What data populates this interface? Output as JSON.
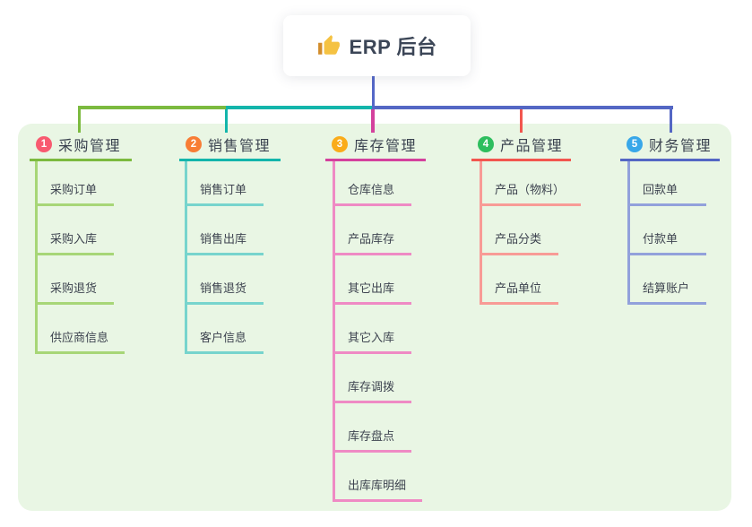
{
  "root": {
    "label": "ERP 后台",
    "icon": "thumbs-up-icon",
    "icon_color": "#F5C242"
  },
  "panel": {
    "background": "#E9F6E4"
  },
  "connector": {
    "root_line_color": "#5568C8"
  },
  "text_color": "#3B4454",
  "branches": [
    {
      "badge": "1",
      "title": "采购管理",
      "badge_color": "#F85A70",
      "line_color": "#7CBA3F",
      "light_line_color": "#A7D677",
      "children": [
        "采购订单",
        "采购入库",
        "采购退货",
        "供应商信息"
      ]
    },
    {
      "badge": "2",
      "title": "销售管理",
      "badge_color": "#F87D35",
      "line_color": "#13B5AB",
      "light_line_color": "#77D4CD",
      "children": [
        "销售订单",
        "销售出库",
        "销售退货",
        "客户信息"
      ]
    },
    {
      "badge": "3",
      "title": "库存管理",
      "badge_color": "#FAAC1A",
      "line_color": "#D4419D",
      "light_line_color": "#EF8AC4",
      "children": [
        "仓库信息",
        "产品库存",
        "其它出库",
        "其它入库",
        "库存调拨",
        "库存盘点",
        "出库库明细"
      ]
    },
    {
      "badge": "4",
      "title": "产品管理",
      "badge_color": "#2EBE5E",
      "line_color": "#F2564F",
      "light_line_color": "#F89B96",
      "children": [
        "产品（物料）",
        "产品分类",
        "产品单位"
      ]
    },
    {
      "badge": "5",
      "title": "财务管理",
      "badge_color": "#38A7E9",
      "line_color": "#5467C4",
      "light_line_color": "#92A1DB",
      "children": [
        "回款单",
        "付款单",
        "结算账户"
      ]
    }
  ]
}
